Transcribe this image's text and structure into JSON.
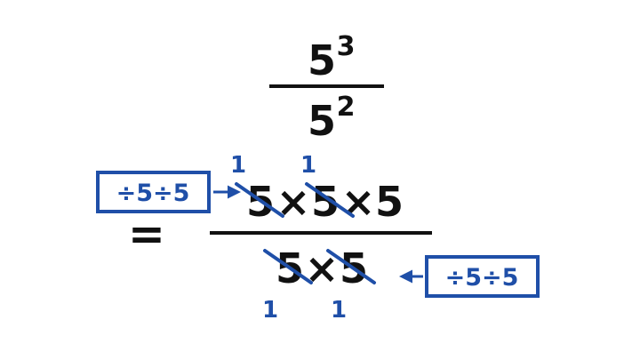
{
  "colors": {
    "ink": "#111111",
    "accent": "#1f4fa8",
    "background": "#ffffff"
  },
  "top_fraction": {
    "numerator_base": "5",
    "numerator_exp": "3",
    "denominator_base": "5",
    "denominator_exp": "2"
  },
  "equals": "=",
  "expanded": {
    "numerator": [
      "5",
      "×",
      "5",
      "×",
      "5"
    ],
    "denominator": [
      "5",
      "×",
      "5"
    ]
  },
  "annotations": {
    "left_box": "÷5÷5",
    "right_box": "÷5÷5",
    "cancel_top_1": "1",
    "cancel_top_2": "1",
    "cancel_bottom_1": "1",
    "cancel_bottom_2": "1"
  }
}
